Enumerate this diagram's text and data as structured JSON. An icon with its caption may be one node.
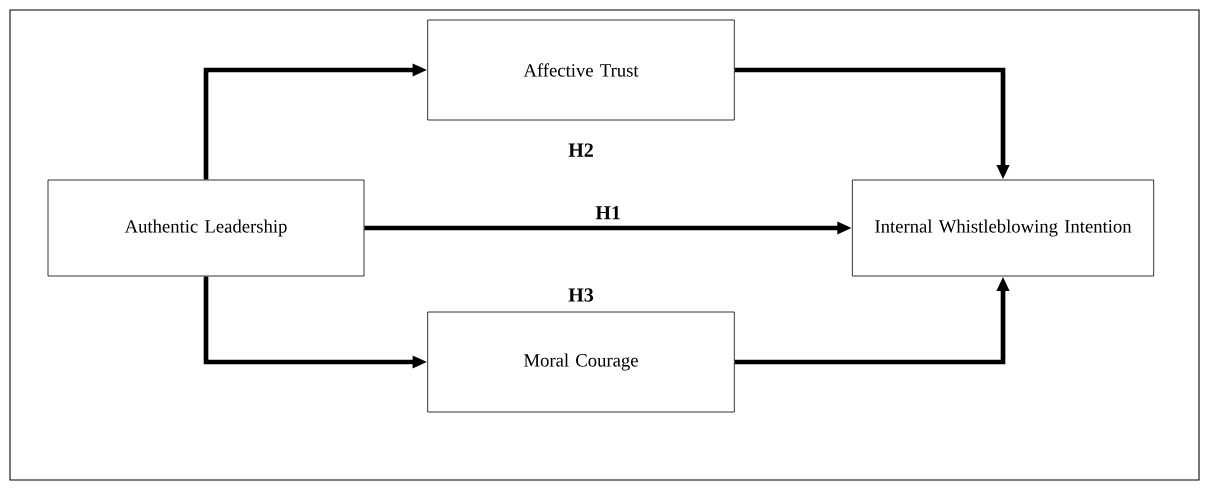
{
  "diagram": {
    "nodes": [
      {
        "text": [
          "Authentic Leadership"
        ]
      },
      {
        "text": [
          "Affective Trust"
        ]
      },
      {
        "text": [
          "Internal Whistleblowing Intention"
        ]
      },
      {
        "text": [
          "Moral Courage"
        ]
      }
    ],
    "edges": [
      {
        "from": 0,
        "to": 1,
        "arrow": "to"
      },
      {
        "from": 1,
        "to": 2,
        "arrow": "to"
      },
      {
        "from": 0,
        "to": 2,
        "arrow": "to",
        "label": "H1"
      },
      {
        "from": 0,
        "to": 3,
        "arrow": "to"
      },
      {
        "from": 3,
        "to": 2,
        "arrow": "to"
      }
    ],
    "labels": [
      "H2",
      "H3"
    ]
  }
}
